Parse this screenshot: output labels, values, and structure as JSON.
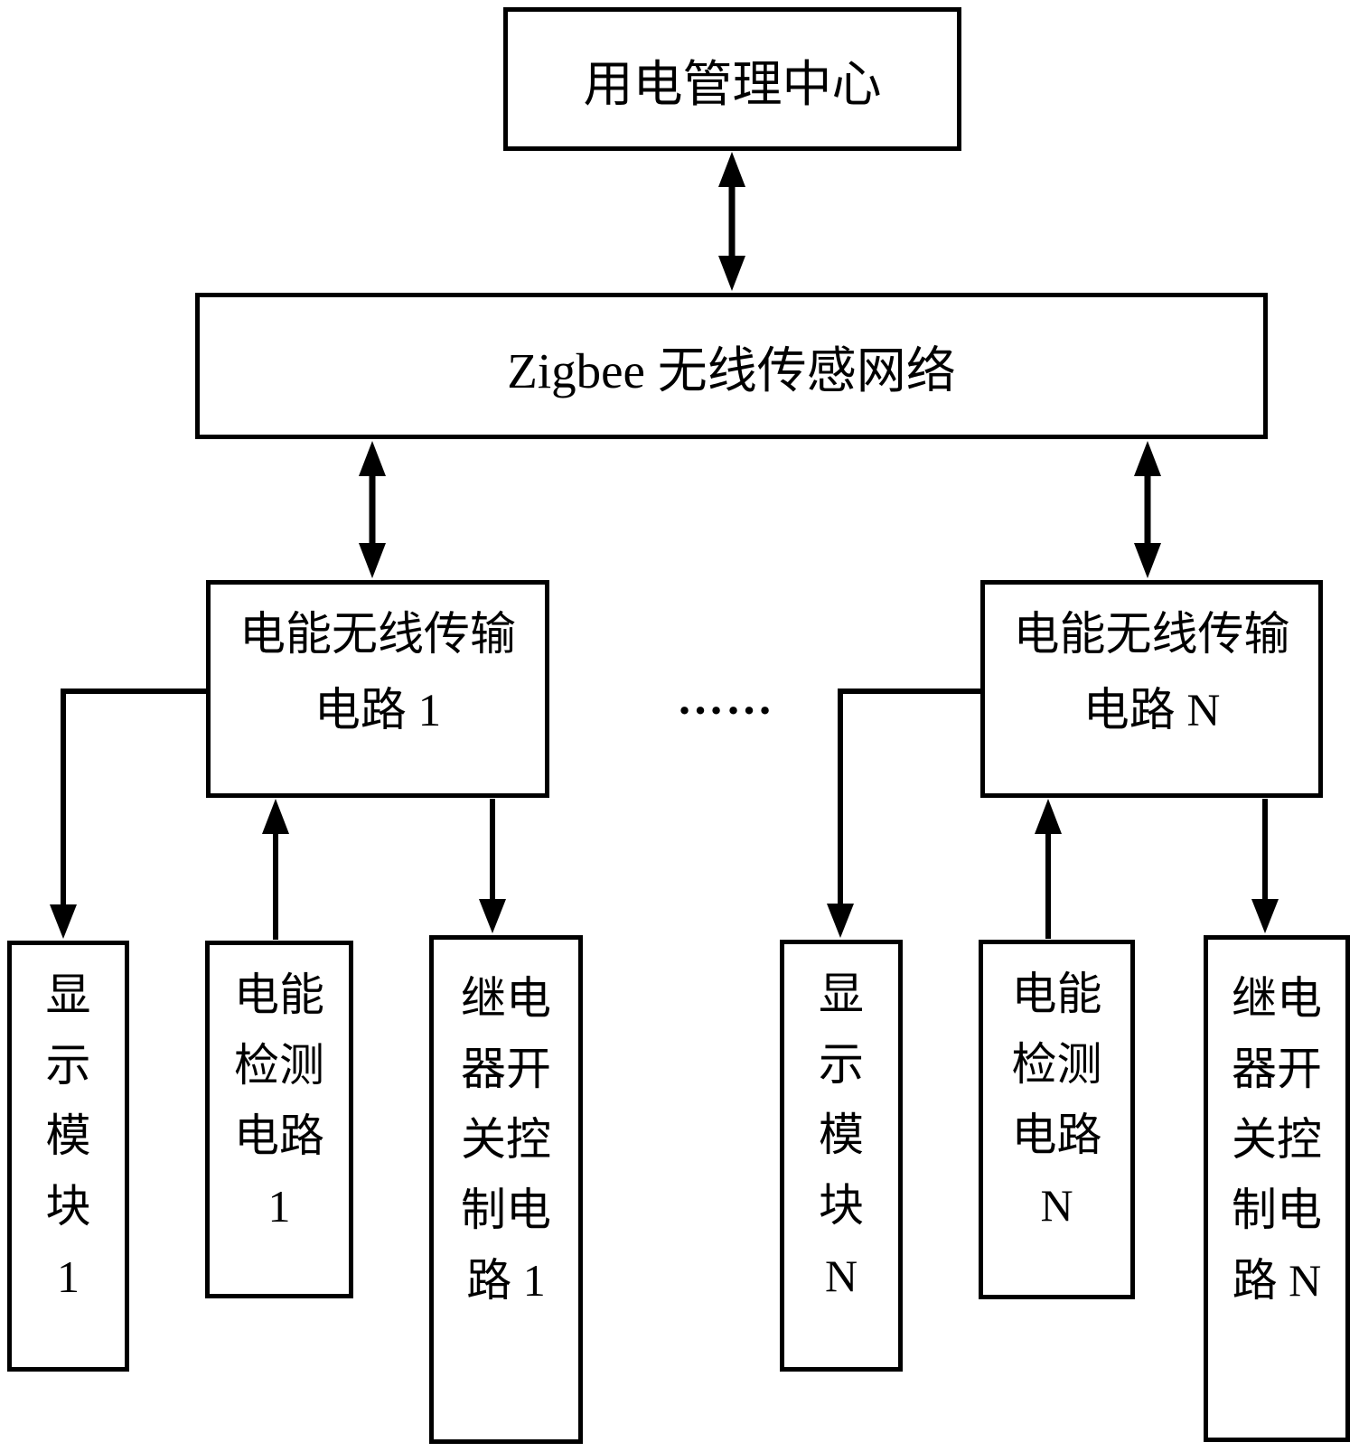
{
  "diagram": {
    "title_box": "用电管理中心",
    "network_box": "Zigbee 无线传感网络",
    "branch_left": "电能无线传输\n电路 1",
    "branch_right": "电能无线传输\n电路 N",
    "ellipsis": "……",
    "display_left": "显\n示\n模\n块\n1",
    "detect_left": "电能\n检测\n电路\n1",
    "relay_left": "继电\n器开\n关控\n制电\n路 1",
    "display_right": "显\n示\n模\n块\nN",
    "detect_right": "电能\n检测\n电路\nN",
    "relay_right": "继电\n器开\n关控\n制电\n路 N"
  },
  "colors": {
    "line": "#000000",
    "background": "#ffffff"
  }
}
